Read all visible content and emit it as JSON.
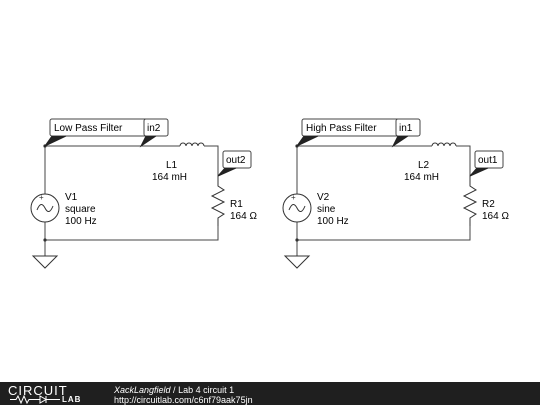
{
  "circuit_left": {
    "filter_label": "Low Pass Filter",
    "node_in": "in2",
    "node_out": "out2",
    "inductor_name": "L1",
    "inductor_value": "164 mH",
    "resistor_name": "R1",
    "resistor_value": "164 Ω",
    "source_name": "V1",
    "source_wave": "square",
    "source_freq": "100 Hz"
  },
  "circuit_right": {
    "filter_label": "High Pass Filter",
    "node_in": "in1",
    "node_out": "out1",
    "inductor_name": "L2",
    "inductor_value": "164 mH",
    "resistor_name": "R2",
    "resistor_value": "164 Ω",
    "source_name": "V2",
    "source_wave": "sine",
    "source_freq": "100 Hz"
  },
  "footer": {
    "logo_top": "CIRCUIT",
    "logo_bottom": "LAB",
    "author": "XackLangfield",
    "separator": " / ",
    "title": "Lab 4 circuit 1",
    "url": "http://circuitlab.com/c6nf79aak75jn"
  }
}
